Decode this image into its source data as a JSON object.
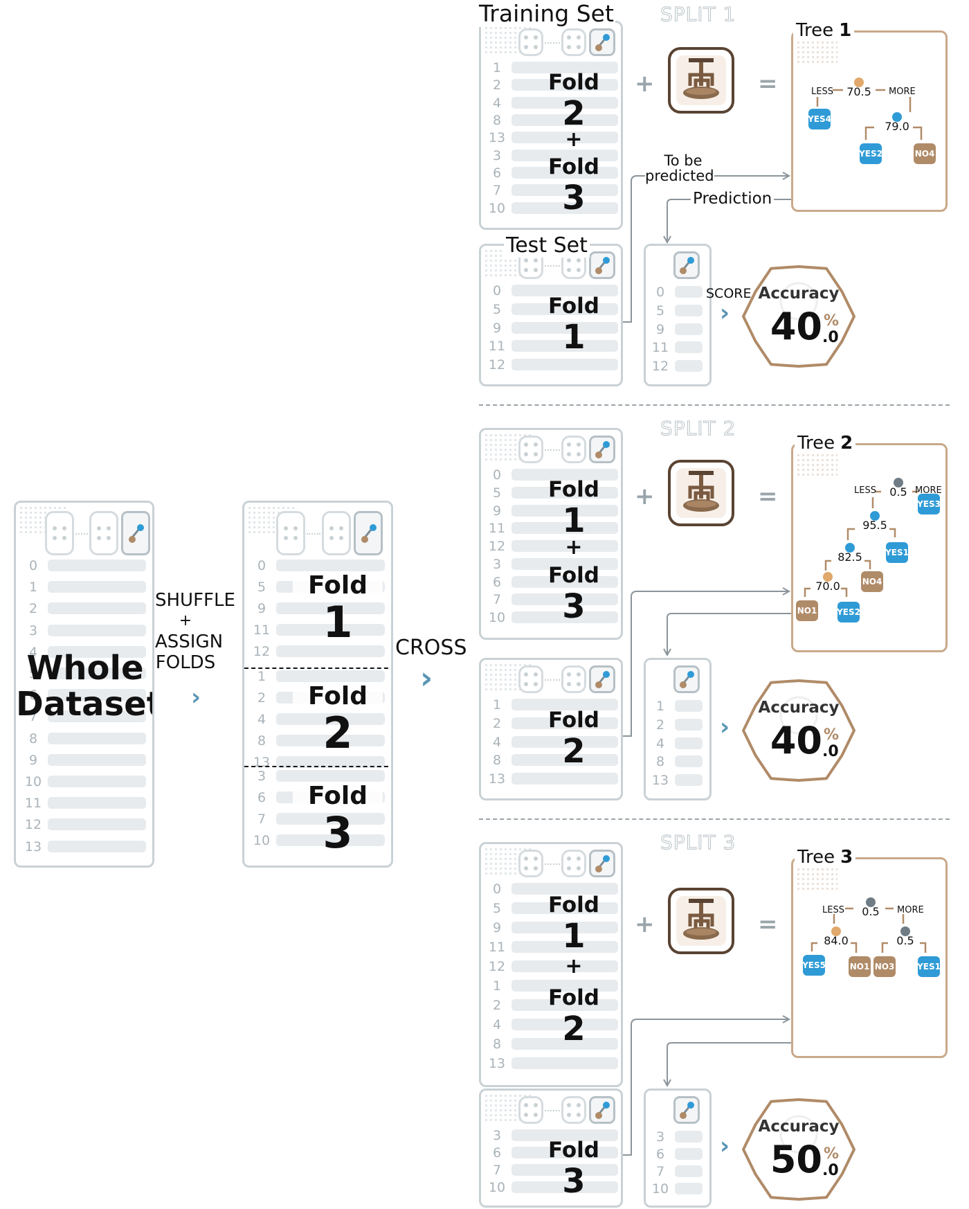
{
  "whole": {
    "title_line1": "Whole",
    "title_line2": "Dataset",
    "rows": [
      "0",
      "1",
      "2",
      "3",
      "4",
      "5",
      "6",
      "7",
      "8",
      "9",
      "10",
      "11",
      "12",
      "13"
    ]
  },
  "shuffle": {
    "line1": "SHUFFLE",
    "line2": "+",
    "line3": "ASSIGN",
    "line4": "FOLDS"
  },
  "cross_label": "CROSS",
  "folds_card": {
    "groups": [
      {
        "label": "Fold",
        "num": "1",
        "rows": [
          "0",
          "5",
          "9",
          "11",
          "12"
        ]
      },
      {
        "label": "Fold",
        "num": "2",
        "rows": [
          "1",
          "2",
          "4",
          "8",
          "13"
        ]
      },
      {
        "label": "Fold",
        "num": "3",
        "rows": [
          "3",
          "6",
          "7",
          "10"
        ]
      }
    ]
  },
  "labels": {
    "training_set": "Training Set",
    "test_set": "Test Set",
    "to_be_predicted_1": "To be",
    "to_be_predicted_2": "predicted",
    "prediction": "Prediction",
    "score": "SCORE",
    "accuracy": "Accuracy",
    "plus": "+",
    "equals": "="
  },
  "splits": [
    {
      "title": "SPLIT 1",
      "train": {
        "rows": [
          "1",
          "2",
          "4",
          "8",
          "13",
          "3",
          "6",
          "7",
          "10"
        ],
        "fold_a": "2",
        "fold_b": "3"
      },
      "test": {
        "rows": [
          "0",
          "5",
          "9",
          "11",
          "12"
        ],
        "fold": "1"
      },
      "tree_title": "Tree",
      "tree_num": "1",
      "tree": {
        "less": "LESS",
        "more": "MORE",
        "n1": "70.5",
        "n2": "79.0",
        "leaves": [
          {
            "t": "YES",
            "n": "4",
            "k": "yes"
          },
          {
            "t": "YES",
            "n": "2",
            "k": "yes"
          },
          {
            "t": "NO",
            "n": "4",
            "k": "no"
          }
        ]
      },
      "accuracy_int": "40",
      "accuracy_dec": ".0",
      "pct": "%"
    },
    {
      "title": "SPLIT 2",
      "train": {
        "rows": [
          "0",
          "5",
          "9",
          "11",
          "12",
          "3",
          "6",
          "7",
          "10"
        ],
        "fold_a": "1",
        "fold_b": "3"
      },
      "test": {
        "rows": [
          "1",
          "2",
          "4",
          "8",
          "13"
        ],
        "fold": "2"
      },
      "tree_title": "Tree",
      "tree_num": "2",
      "tree": {
        "less": "LESS",
        "more": "MORE",
        "n1": "0.5",
        "n2": "95.5",
        "n3": "82.5",
        "n4": "70.0",
        "leaves": [
          {
            "t": "YES",
            "n": "3",
            "k": "yes"
          },
          {
            "t": "YES",
            "n": "1",
            "k": "yes"
          },
          {
            "t": "NO",
            "n": "4",
            "k": "no"
          },
          {
            "t": "NO",
            "n": "1",
            "k": "no"
          },
          {
            "t": "YES",
            "n": "2",
            "k": "yes"
          }
        ]
      },
      "accuracy_int": "40",
      "accuracy_dec": ".0",
      "pct": "%"
    },
    {
      "title": "SPLIT 3",
      "train": {
        "rows": [
          "0",
          "5",
          "9",
          "11",
          "12",
          "1",
          "2",
          "4",
          "8",
          "13"
        ],
        "fold_a": "1",
        "fold_b": "2"
      },
      "test": {
        "rows": [
          "3",
          "6",
          "7",
          "10"
        ],
        "fold": "3"
      },
      "tree_title": "Tree",
      "tree_num": "3",
      "tree": {
        "less": "LESS",
        "more": "MORE",
        "n1": "0.5",
        "n2": "84.0",
        "n3": "0.5",
        "leaves": [
          {
            "t": "YES",
            "n": "5",
            "k": "yes"
          },
          {
            "t": "NO",
            "n": "1",
            "k": "no"
          },
          {
            "t": "NO",
            "n": "3",
            "k": "no"
          },
          {
            "t": "YES",
            "n": "1",
            "k": "yes"
          }
        ]
      },
      "accuracy_int": "50",
      "accuracy_dec": ".0",
      "pct": "%"
    }
  ],
  "colors": {
    "accent_blue": "#2f9bd6",
    "accent_brown": "#b08b68",
    "card_border": "#c9d1d5",
    "chevron": "#5a95b3"
  }
}
